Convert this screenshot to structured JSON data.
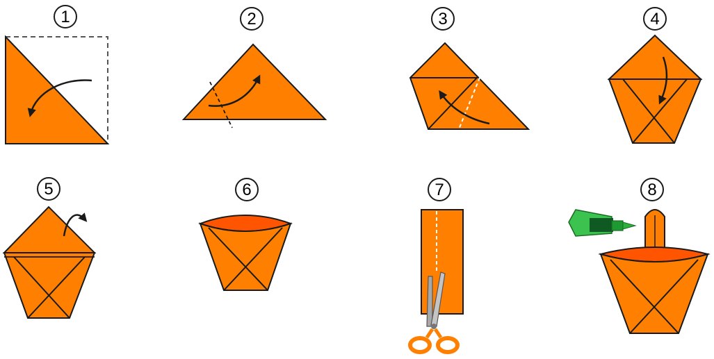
{
  "colors": {
    "paper": "#FF8000",
    "paper_inner": "#FF5500",
    "outline": "#1a1a1a",
    "dash": "#555555",
    "background": "#ffffff",
    "glue": "#1e9a32",
    "scissors_handle": "#FF8000",
    "scissors_blade": "#a8a8a8"
  },
  "steps": [
    {
      "number": "1",
      "icon": "fold-square-diagonal"
    },
    {
      "number": "2",
      "icon": "fold-triangle-corner"
    },
    {
      "number": "3",
      "icon": "fold-second-corner"
    },
    {
      "number": "4",
      "icon": "fold-top-flap-down"
    },
    {
      "number": "5",
      "icon": "fold-back-flap"
    },
    {
      "number": "6",
      "icon": "open-cup"
    },
    {
      "number": "7",
      "icon": "cut-paper-strip-scissors"
    },
    {
      "number": "8",
      "icon": "glue-handle-basket"
    }
  ]
}
